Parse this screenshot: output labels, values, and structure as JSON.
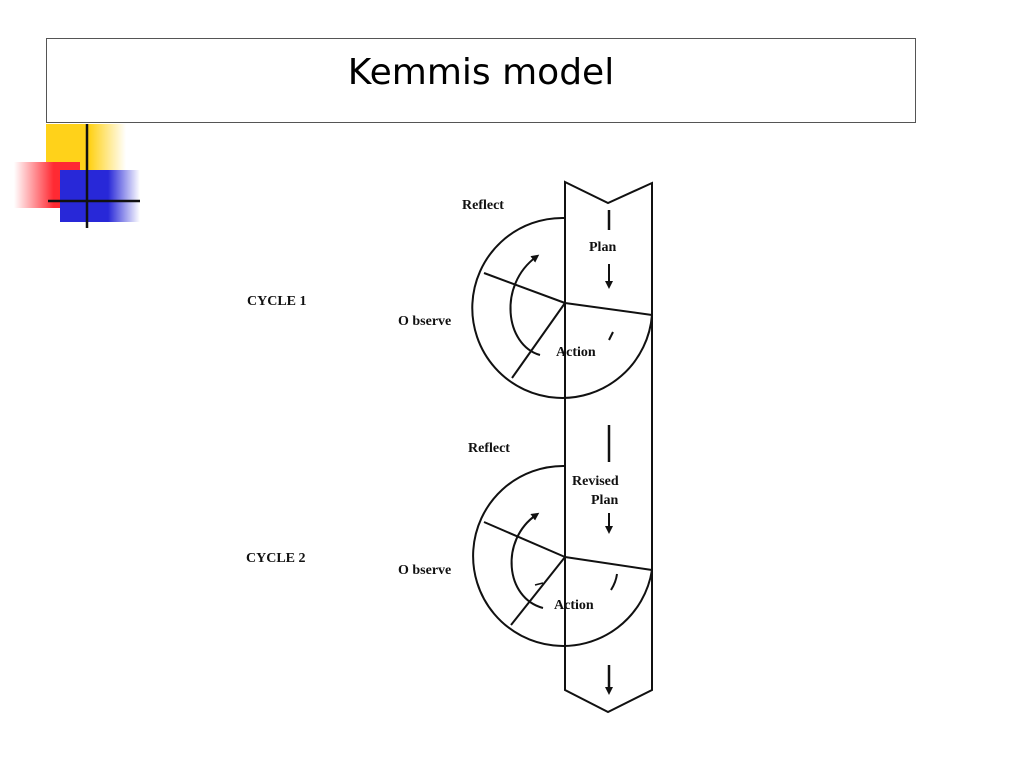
{
  "title": "Kemmis model",
  "colors": {
    "yellow": "#ffd21a",
    "red": "#ff2a33",
    "blue": "#2828d8",
    "line": "#111111"
  },
  "cycles": [
    {
      "name": "CYCLE 1",
      "reflect": "Reflect",
      "plan_line1": "Plan",
      "plan_line2": "",
      "observe": "O bserve",
      "action": "Action"
    },
    {
      "name": "CYCLE 2",
      "reflect": "Reflect",
      "plan_line1": "Revised",
      "plan_line2": "Plan",
      "observe": "O bserve",
      "action": "Action"
    }
  ]
}
